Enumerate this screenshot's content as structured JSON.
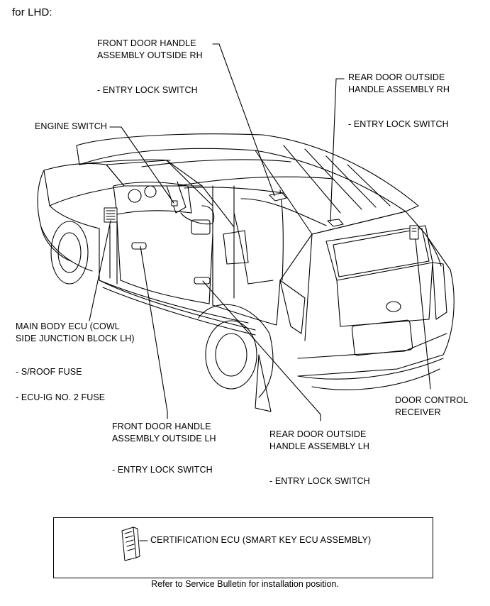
{
  "title": "for LHD:",
  "labels": {
    "front_door_rh": {
      "name": "FRONT DOOR HANDLE\nASSEMBLY OUTSIDE RH",
      "sub": "- ENTRY LOCK SWITCH"
    },
    "rear_door_rh": {
      "name": "REAR DOOR OUTSIDE\nHANDLE ASSEMBLY RH",
      "sub": "- ENTRY LOCK SWITCH"
    },
    "engine_switch": {
      "name": "ENGINE SWITCH"
    },
    "main_body_ecu": {
      "name": "MAIN BODY ECU (COWL\nSIDE JUNCTION BLOCK LH)",
      "sub1": "- S/ROOF FUSE",
      "sub2": "- ECU-IG NO. 2 FUSE"
    },
    "front_door_lh": {
      "name": "FRONT DOOR HANDLE\nASSEMBLY OUTSIDE LH",
      "sub": "- ENTRY LOCK SWITCH"
    },
    "rear_door_lh": {
      "name": "REAR DOOR OUTSIDE\nHANDLE ASSEMBLY LH",
      "sub": "- ENTRY LOCK SWITCH"
    },
    "door_control_receiver": {
      "name": "DOOR CONTROL\nRECEIVER"
    }
  },
  "certification": {
    "label": "CERTIFICATION ECU (SMART KEY ECU ASSEMBLY)"
  },
  "footnote": "Refer to Service Bulletin for installation position."
}
